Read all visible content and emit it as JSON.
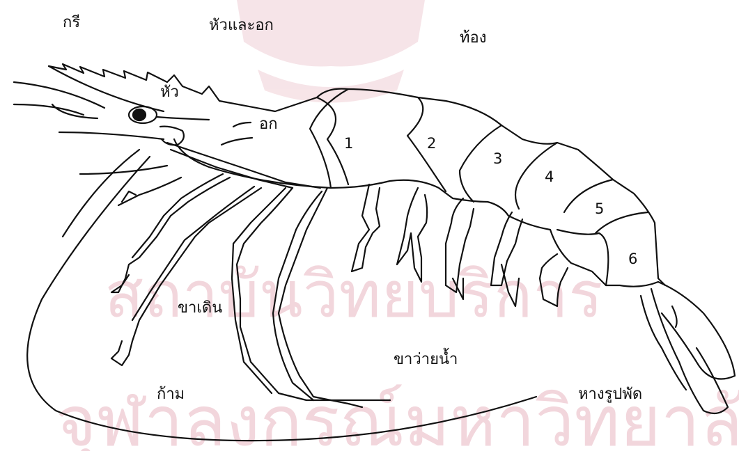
{
  "labels": {
    "rostrum": "กรี",
    "cephalothorax": "หัวและอก",
    "abdomen": "ท้อง",
    "head": "หัว",
    "thorax": "อก",
    "walking_legs": "ขาเดิน",
    "swimming_legs": "ขาว่ายน้ำ",
    "claw": "ก้าม",
    "tail_fan": "หางรูปพัด"
  },
  "segments": [
    "1",
    "2",
    "3",
    "4",
    "5",
    "6"
  ],
  "watermark": {
    "line1": "สถาบันวิทยบริการ",
    "line2": "จุฬาลงกรณ์มหาวิทยาลัย"
  },
  "colors": {
    "ink": "#111111",
    "watermark": "#f2d6dc"
  }
}
